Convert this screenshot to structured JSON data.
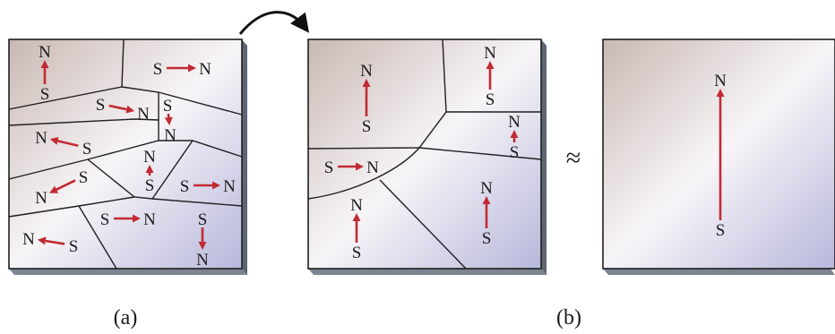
{
  "labels": {
    "pole_n": "N",
    "pole_s": "S",
    "caption_a": "(a)",
    "caption_b": "(b)",
    "approx_symbol": "≈"
  },
  "colors": {
    "moment_arrow": "#c22a33",
    "grain_line": "#1f1f1f",
    "face_tint_warm": "#c9b8b3",
    "face_tint_cool": "#b7b7dc",
    "block_side": "#5d6673"
  },
  "icons": {
    "transition_arrow": "curved-arrow-icon",
    "moment_arrow": "arrow-icon"
  }
}
